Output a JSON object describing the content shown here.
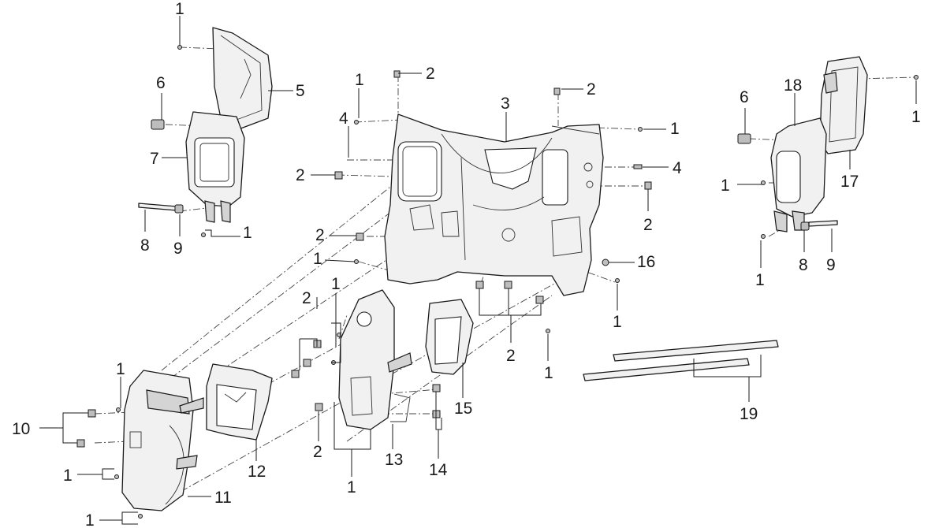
{
  "callouts": {
    "c_1_tl": "1",
    "c_6_l": "6",
    "c_5": "5",
    "c_7": "7",
    "c_8_l": "8",
    "c_9_l": "9",
    "c_1_l9": "1",
    "c_1_mid": "1",
    "c_2_top": "2",
    "c_4_top": "4",
    "c_2_topr": "2",
    "c_3": "3",
    "c_1_r": "1",
    "c_4_r": "4",
    "c_2_left": "2",
    "c_2_right": "2",
    "c_2_left2": "2",
    "c_16": "16",
    "c_1_left3": "1",
    "c_1_right3": "1",
    "c_2_bottom": "2",
    "c_1_bottom": "1",
    "c_6_r": "6",
    "c_18": "18",
    "c_1_fr": "1",
    "c_17": "17",
    "c_1_rr": "1",
    "c_1_rb": "1",
    "c_8_r": "8",
    "c_9_r": "9",
    "c_2_cl": "2",
    "c_1_cl": "1",
    "c_1_11": "1",
    "c_10": "10",
    "c_1_10a": "1",
    "c_1_10b": "1",
    "c_11": "11",
    "c_12": "12",
    "c_2_c2": "2",
    "c_1_13": "1",
    "c_13": "13",
    "c_14": "14",
    "c_15": "15",
    "c_19": "19"
  }
}
